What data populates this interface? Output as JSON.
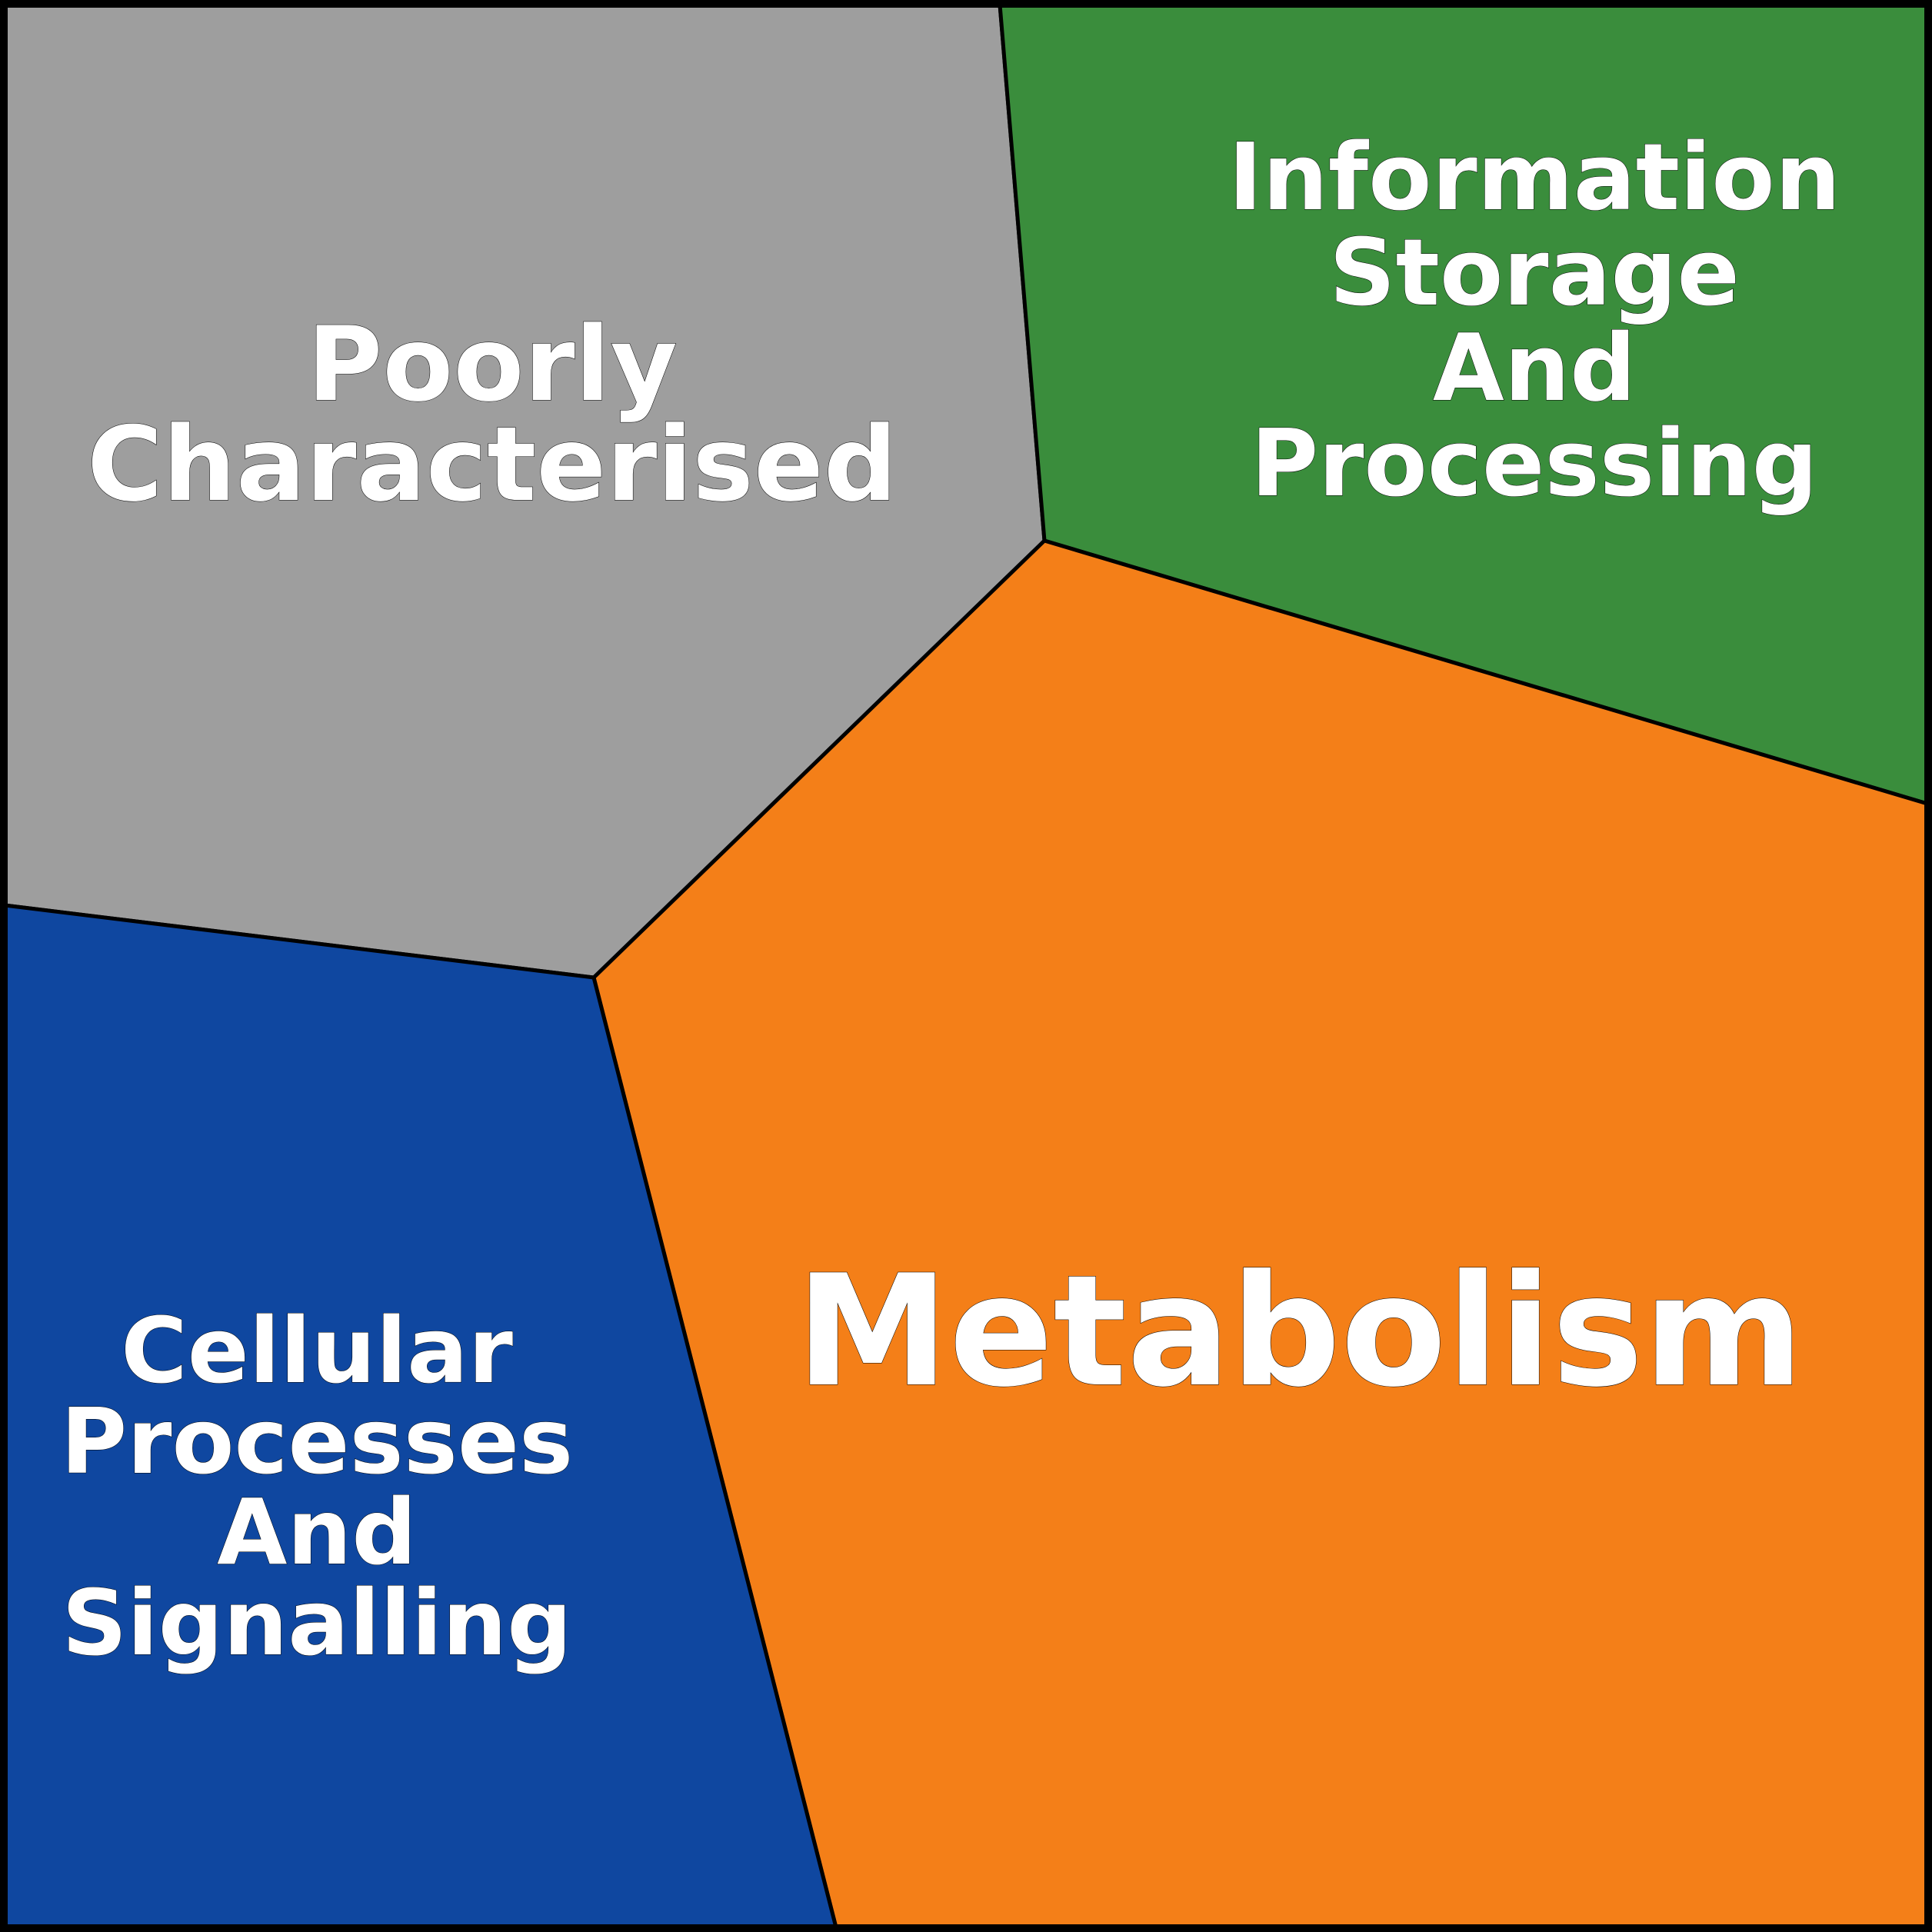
{
  "chart_data": {
    "type": "voronoi-treemap",
    "title": "",
    "cells": [
      {
        "label": "Poorly Characterised",
        "lines": [
          "Poorly",
          "Characterised"
        ],
        "color": "#9e9e9e"
      },
      {
        "label": "Information Storage And Processing",
        "lines": [
          "Information",
          "Storage",
          "And",
          "Processing"
        ],
        "color": "#3a8d3c"
      },
      {
        "label": "Metabolism",
        "lines": [
          "Metabolism"
        ],
        "color": "#f47f18"
      },
      {
        "label": "Cellular Processes And Signalling",
        "lines": [
          "Cellular",
          "Processes",
          "And",
          "Signalling"
        ],
        "color": "#0f47a0"
      }
    ],
    "border_color": "#000000"
  }
}
